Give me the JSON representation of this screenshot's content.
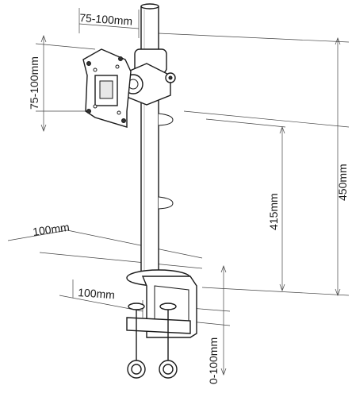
{
  "dimensions": {
    "vesa_width": "75-100mm",
    "vesa_height": "75-100mm",
    "overall_height": "450mm",
    "pole_height": "415mm",
    "base_depth": "100mm",
    "clamp_width": "100mm",
    "clamp_range": "0-100mm"
  },
  "colors": {
    "line": "#1a1a1a",
    "dimension": "#444444",
    "fill": "#ffffff"
  }
}
